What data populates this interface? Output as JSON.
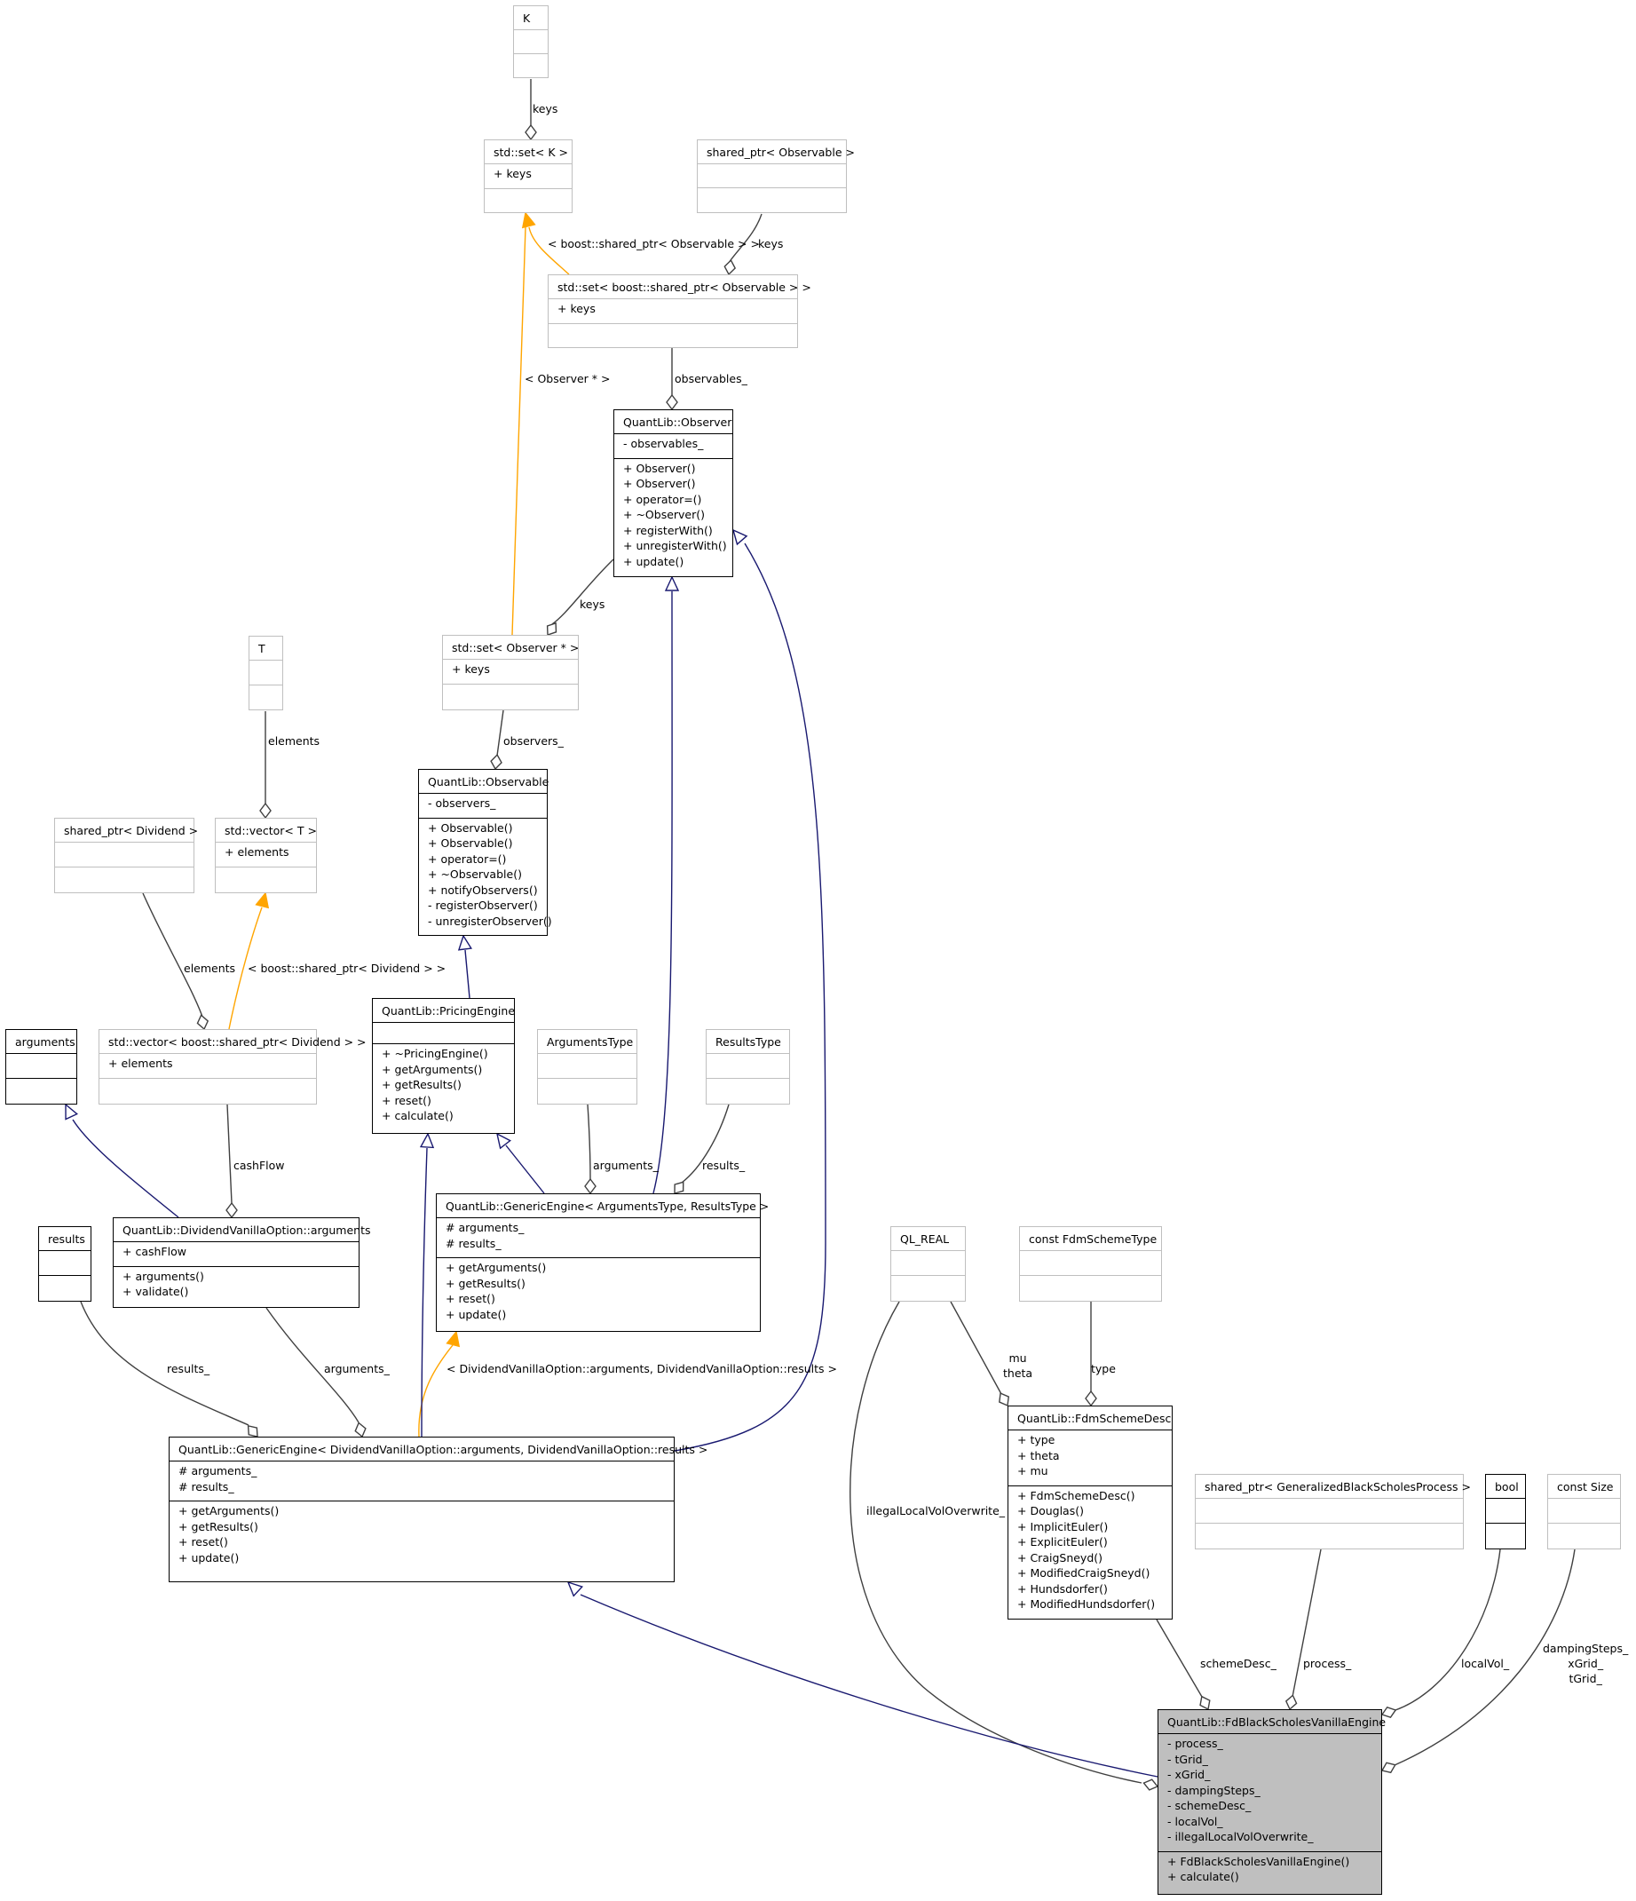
{
  "classes": [
    {
      "id": "K",
      "title": "K",
      "ext": true,
      "attrs": [],
      "methods": []
    },
    {
      "id": "set_K",
      "title": "std::set< K >",
      "ext": true,
      "attrs": [
        "+ keys"
      ],
      "methods": []
    },
    {
      "id": "sp_obs",
      "title": "shared_ptr< Observable >",
      "ext": true,
      "attrs": [],
      "methods": []
    },
    {
      "id": "set_sp",
      "title": "std::set< boost::shared_ptr< Observable > >",
      "ext": true,
      "attrs": [
        "+ keys"
      ],
      "methods": []
    },
    {
      "id": "observer",
      "title": "QuantLib::Observer",
      "ext": false,
      "attrs": [
        "- observables_"
      ],
      "methods": [
        "+ Observer()",
        "+ Observer()",
        "+ operator=()",
        "+ ~Observer()",
        "+ registerWith()",
        "+ unregisterWith()",
        "+ update()"
      ]
    },
    {
      "id": "T",
      "title": "T",
      "ext": true,
      "attrs": [],
      "methods": []
    },
    {
      "id": "set_obs",
      "title": "std::set< Observer * >",
      "ext": true,
      "attrs": [
        "+ keys"
      ],
      "methods": []
    },
    {
      "id": "observable",
      "title": "QuantLib::Observable",
      "ext": false,
      "attrs": [
        "- observers_"
      ],
      "methods": [
        "+ Observable()",
        "+ Observable()",
        "+ operator=()",
        "+ ~Observable()",
        "+ notifyObservers()",
        "- registerObserver()",
        "- unregisterObserver()"
      ]
    },
    {
      "id": "sp_div",
      "title": "shared_ptr< Dividend >",
      "ext": true,
      "attrs": [],
      "methods": []
    },
    {
      "id": "vec_T",
      "title": "std::vector< T >",
      "ext": true,
      "attrs": [
        "+ elements"
      ],
      "methods": []
    },
    {
      "id": "arguments",
      "title": "arguments",
      "ext": false,
      "attrs": [],
      "methods": []
    },
    {
      "id": "vec_div",
      "title": "std::vector< boost::shared_ptr< Dividend > >",
      "ext": true,
      "attrs": [
        "+ elements"
      ],
      "methods": []
    },
    {
      "id": "pricing",
      "title": "QuantLib::PricingEngine",
      "ext": false,
      "attrs": [],
      "methods": [
        "+ ~PricingEngine()",
        "+ getArguments()",
        "+ getResults()",
        "+ reset()",
        "+ calculate()"
      ]
    },
    {
      "id": "argtype",
      "title": "ArgumentsType",
      "ext": true,
      "attrs": [],
      "methods": []
    },
    {
      "id": "restype",
      "title": "ResultsType",
      "ext": true,
      "attrs": [],
      "methods": []
    },
    {
      "id": "results",
      "title": "results",
      "ext": false,
      "attrs": [],
      "methods": []
    },
    {
      "id": "dvo_args",
      "title": "QuantLib::DividendVanillaOption::arguments",
      "ext": false,
      "attrs": [
        "+ cashFlow"
      ],
      "methods": [
        "+ arguments()",
        "+ validate()"
      ]
    },
    {
      "id": "ge_tmpl",
      "title": "QuantLib::GenericEngine< ArgumentsType, ResultsType >",
      "ext": false,
      "attrs": [
        "# arguments_",
        "# results_"
      ],
      "methods": [
        "+ getArguments()",
        "+ getResults()",
        "+ reset()",
        "+ update()"
      ]
    },
    {
      "id": "ql_real",
      "title": "QL_REAL",
      "ext": true,
      "attrs": [],
      "methods": []
    },
    {
      "id": "fdm_type",
      "title": "const FdmSchemeType",
      "ext": true,
      "attrs": [],
      "methods": []
    },
    {
      "id": "ge_dvo",
      "title": "QuantLib::GenericEngine< DividendVanillaOption::arguments, DividendVanillaOption::results >",
      "ext": false,
      "attrs": [
        "# arguments_",
        "# results_"
      ],
      "methods": [
        "+ getArguments()",
        "+ getResults()",
        "+ reset()",
        "+ update()"
      ]
    },
    {
      "id": "fdm_desc",
      "title": "QuantLib::FdmSchemeDesc",
      "ext": false,
      "attrs": [
        "+ type",
        "+ theta",
        "+ mu"
      ],
      "methods": [
        "+ FdmSchemeDesc()",
        "+ Douglas()",
        "+ ImplicitEuler()",
        "+ ExplicitEuler()",
        "+ CraigSneyd()",
        "+ ModifiedCraigSneyd()",
        "+ Hundsdorfer()",
        "+ ModifiedHundsdorfer()"
      ]
    },
    {
      "id": "sp_gbsp",
      "title": "shared_ptr< GeneralizedBlackScholesProcess >",
      "ext": true,
      "attrs": [],
      "methods": []
    },
    {
      "id": "bool",
      "title": "bool",
      "ext": false,
      "attrs": [],
      "methods": []
    },
    {
      "id": "const_size",
      "title": "const Size",
      "ext": true,
      "attrs": [],
      "methods": []
    },
    {
      "id": "fdbs",
      "title": "QuantLib::FdBlackScholesVanillaEngine",
      "ext": false,
      "selected": true,
      "attrs": [
        "- process_",
        "- tGrid_",
        "- xGrid_",
        "- dampingSteps_",
        "- schemeDesc_",
        "- localVol_",
        "- illegalLocalVolOverwrite_"
      ],
      "methods": [
        "+ FdBlackScholesVanillaEngine()",
        "+ calculate()"
      ]
    }
  ],
  "edge_labels": [
    {
      "id": "keys_k",
      "text": "keys"
    },
    {
      "id": "tmpl_setsp",
      "text": "< boost::shared_ptr< Observable > >"
    },
    {
      "id": "keys_sp",
      "text": "keys"
    },
    {
      "id": "tmpl_obsptr",
      "text": "< Observer * >"
    },
    {
      "id": "observables",
      "text": "observables_"
    },
    {
      "id": "keys_obs",
      "text": "keys"
    },
    {
      "id": "observers",
      "text": "observers_"
    },
    {
      "id": "elements_t",
      "text": "elements"
    },
    {
      "id": "elements_div",
      "text": "elements"
    },
    {
      "id": "tmpl_div",
      "text": "< boost::shared_ptr< Dividend > >"
    },
    {
      "id": "cashflow",
      "text": "cashFlow"
    },
    {
      "id": "arguments_ge",
      "text": "arguments_"
    },
    {
      "id": "results_ge",
      "text": "results_"
    },
    {
      "id": "results_dvo",
      "text": "results_"
    },
    {
      "id": "arguments_dvo",
      "text": "arguments_"
    },
    {
      "id": "tmpl_dvo",
      "text": "< DividendVanillaOption::arguments, DividendVanillaOption::results >"
    },
    {
      "id": "mu_theta",
      "text": "mu\ntheta"
    },
    {
      "id": "type",
      "text": "type"
    },
    {
      "id": "illegal",
      "text": "illegalLocalVolOverwrite_"
    },
    {
      "id": "scheme",
      "text": "schemeDesc_"
    },
    {
      "id": "process",
      "text": "process_"
    },
    {
      "id": "localvol",
      "text": "localVol_"
    },
    {
      "id": "grids",
      "text": "dampingSteps_\nxGrid_\ntGrid_"
    }
  ],
  "colors": {
    "inheritance": "#191970",
    "template": "#ffa500",
    "usage": "#404040",
    "border": "#000000",
    "ext_border": "#bfbfbf",
    "selected_fill": "#bfbfbf"
  }
}
